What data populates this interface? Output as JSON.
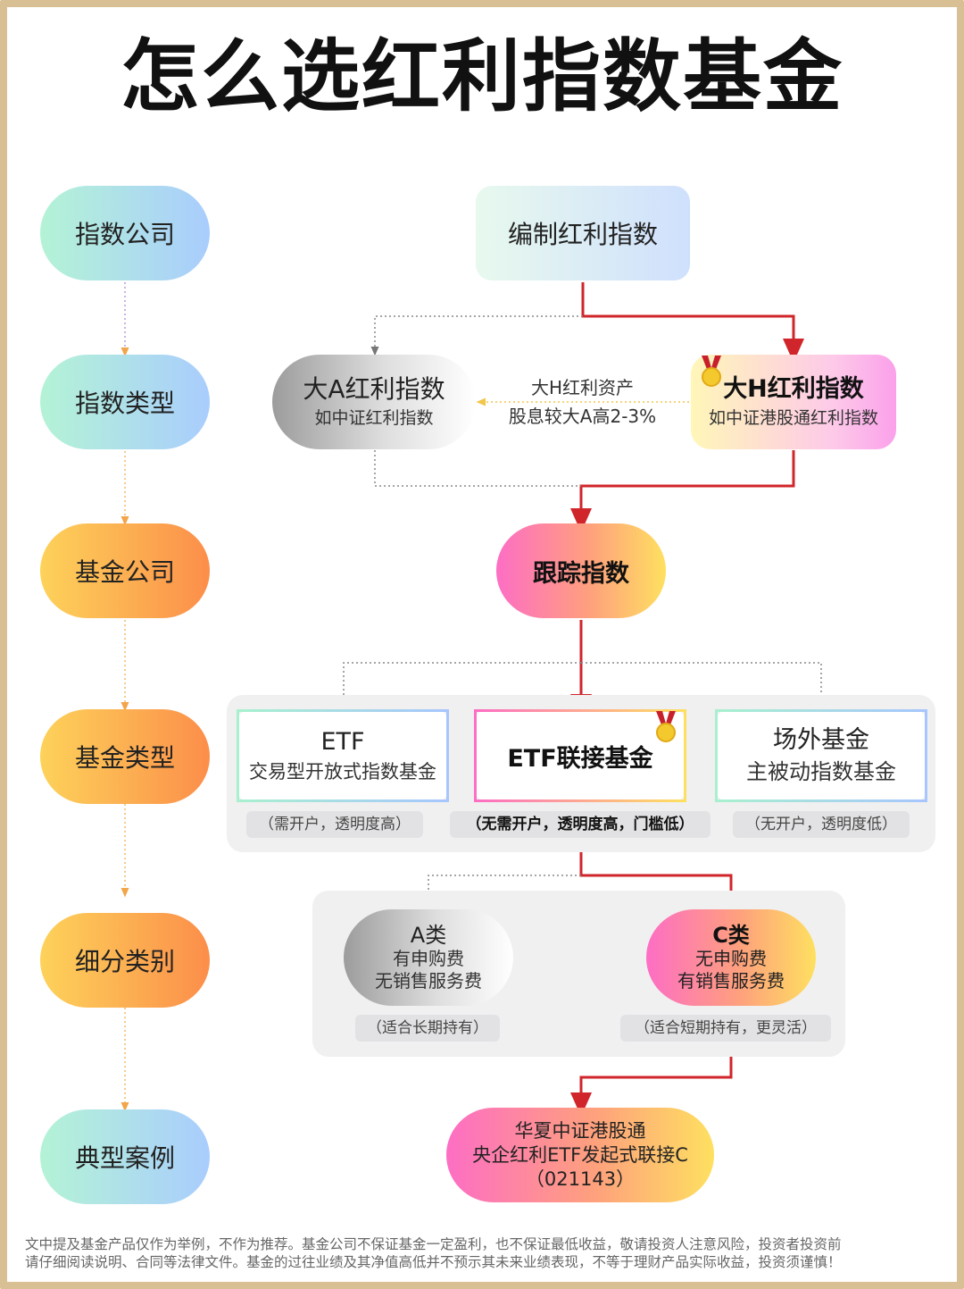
{
  "title": "怎么选红利指数基金",
  "left_steps": [
    "指数公司",
    "指数类型",
    "基金公司",
    "基金类型",
    "细分类别",
    "典型案例"
  ],
  "compile_node": "编制红利指数",
  "index_a": {
    "name": "大A红利指数",
    "example": "如中证红利指数"
  },
  "index_h": {
    "name": "大H红利指数",
    "example": "如中证港股通红利指数"
  },
  "compare": {
    "line1": "大H红利资产",
    "line2": "股息较大A高2-3%"
  },
  "track_node": "跟踪指数",
  "fund_types": {
    "etf": {
      "name": "ETF",
      "desc": "交易型开放式指数基金",
      "note": "（需开户，透明度高）"
    },
    "link": {
      "name": "ETF联接基金",
      "note": "（无需开户，透明度高，门槛低）"
    },
    "otc": {
      "name": "场外基金",
      "desc": "主被动指数基金",
      "note": "（无开户，透明度低）"
    }
  },
  "share_classes": {
    "a": {
      "name": "A类",
      "line1": "有申购费",
      "line2": "无销售服务费",
      "note": "（适合长期持有）"
    },
    "c": {
      "name": "C类",
      "line1": "无申购费",
      "line2": "有销售服务费",
      "note": "（适合短期持有，更灵活）"
    }
  },
  "example": {
    "line1": "华夏中证港股通",
    "line2": "央企红利ETF发起式联接C",
    "line3": "（021143）"
  },
  "disclaimer": {
    "line1": "文中提及基金产品仅作为举例，不作为推荐。基金公司不保证基金一定盈利，也不保证最低收益，敬请投资人注意风险，投资者投资前",
    "line2": "请仔细阅读说明、合同等法律文件。基金的过往业绩及其净值高低并不预示其未来业绩表现，不等于理财产品实际收益，投资须谨慎！"
  },
  "colors": {
    "accent_red": "#d0252a",
    "frame": "#d9bf94"
  }
}
